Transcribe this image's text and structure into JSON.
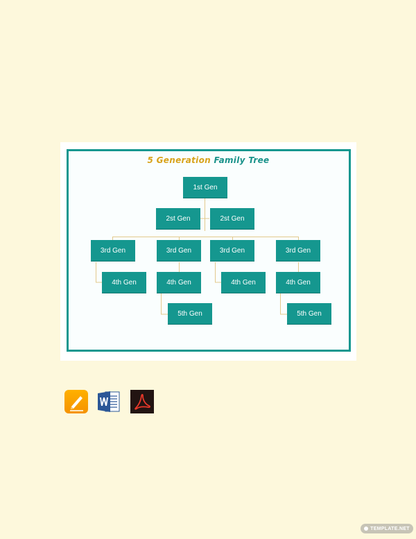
{
  "diagram": {
    "title_part1": "5 Generation",
    "title_part2": "Family Tree",
    "nodes": [
      {
        "label": "1st Gen"
      },
      {
        "label": "2st Gen"
      },
      {
        "label": "2st Gen"
      },
      {
        "label": "3rd Gen"
      },
      {
        "label": "3rd Gen"
      },
      {
        "label": "3rd  Gen"
      },
      {
        "label": "3rd Gen"
      },
      {
        "label": "4th Gen"
      },
      {
        "label": "4th Gen"
      },
      {
        "label": "4th Gen"
      },
      {
        "label": "4th Gen"
      },
      {
        "label": "5th Gen"
      },
      {
        "label": "5th Gen"
      }
    ]
  },
  "formats": [
    {
      "icon": "pages-icon"
    },
    {
      "icon": "word-icon"
    },
    {
      "icon": "pdf-icon"
    }
  ],
  "watermark": {
    "text": "TEMPLATE.NET"
  },
  "colors": {
    "background": "#fdf8dc",
    "node_fill": "#15978f",
    "frame": "#15978f",
    "connector": "#e3c98c",
    "title_accent": "#d8a31b"
  }
}
